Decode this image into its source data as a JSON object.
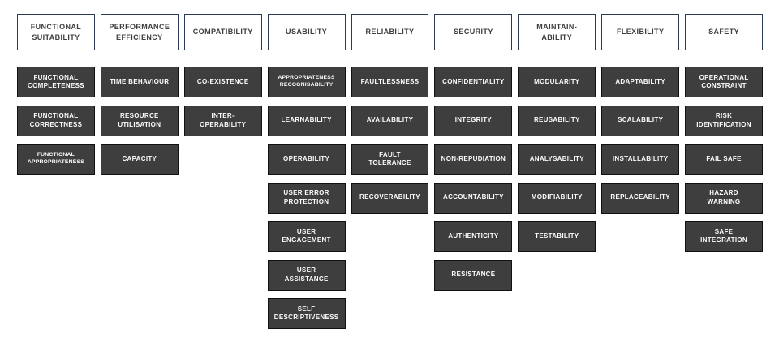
{
  "colors": {
    "background": "#ffffff",
    "header_bg": "#ffffff",
    "header_border": "#2d3c55",
    "header_text": "#3e3e3e",
    "box_bg": "#3e3e3e",
    "box_border": "#111111",
    "box_text": "#fcfcfc"
  },
  "columns": [
    {
      "header": "FUNCTIONAL\nSUITABILITY",
      "items": [
        {
          "label": "FUNCTIONAL\nCOMPLETENESS"
        },
        {
          "label": "FUNCTIONAL\nCORRECTNESS"
        },
        {
          "label": "FUNCTIONAL\nAPPROPRIATENESS",
          "small": true
        }
      ]
    },
    {
      "header": "PERFORMANCE\nEFFICIENCY",
      "items": [
        {
          "label": "TIME BEHAVIOUR"
        },
        {
          "label": "RESOURCE\nUTILISATION"
        },
        {
          "label": "CAPACITY"
        }
      ]
    },
    {
      "header": "COMPATIBILITY",
      "items": [
        {
          "label": "CO-EXISTENCE"
        },
        {
          "label": "INTER-\nOPERABILITY"
        }
      ]
    },
    {
      "header": "USABILITY",
      "items": [
        {
          "label": "APPROPRIATENESS\nRECOGNISABILITY",
          "small": true
        },
        {
          "label": "LEARNABILITY"
        },
        {
          "label": "OPERABILITY"
        },
        {
          "label": "USER ERROR\nPROTECTION"
        },
        {
          "label": "USER\nENGAGEMENT"
        },
        {
          "label": "USER\nASSISTANCE"
        },
        {
          "label": "SELF\nDESCRIPTIVENESS"
        }
      ]
    },
    {
      "header": "RELIABILITY",
      "items": [
        {
          "label": "FAULTLESSNESS"
        },
        {
          "label": "AVAILABILITY"
        },
        {
          "label": "FAULT\nTOLERANCE"
        },
        {
          "label": "RECOVERABILITY"
        }
      ]
    },
    {
      "header": "SECURITY",
      "items": [
        {
          "label": "CONFIDENTIALITY"
        },
        {
          "label": "INTEGRITY"
        },
        {
          "label": "NON-REPUDIATION"
        },
        {
          "label": "ACCOUNTABILITY"
        },
        {
          "label": "AUTHENTICITY"
        },
        {
          "label": "RESISTANCE"
        }
      ]
    },
    {
      "header": "MAINTAIN-\nABILITY",
      "items": [
        {
          "label": "MODULARITY"
        },
        {
          "label": "REUSABILITY"
        },
        {
          "label": "ANALYSABILITY"
        },
        {
          "label": "MODIFIABILITY"
        },
        {
          "label": "TESTABILITY"
        }
      ]
    },
    {
      "header": "FLEXIBILITY",
      "items": [
        {
          "label": "ADAPTABILITY"
        },
        {
          "label": "SCALABILITY"
        },
        {
          "label": "INSTALLABILITY"
        },
        {
          "label": "REPLACEABILITY"
        }
      ]
    },
    {
      "header": "SAFETY",
      "items": [
        {
          "label": "OPERATIONAL\nCONSTRAINT"
        },
        {
          "label": "RISK\nIDENTIFICATION"
        },
        {
          "label": "FAIL SAFE"
        },
        {
          "label": "HAZARD\nWARNING"
        },
        {
          "label": "SAFE\nINTEGRATION"
        }
      ]
    }
  ]
}
